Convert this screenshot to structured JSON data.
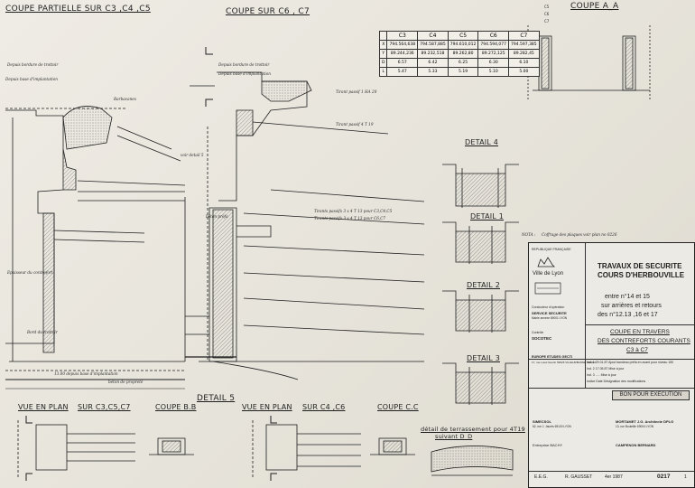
{
  "views": {
    "partial_section_title": "COUPE PARTIELLE SUR C3 ,C4 ,C5",
    "section_c6_c7_title": "COUPE SUR C6 , C7",
    "section_aa_title": "COUPE A_A",
    "detail4_title": "DETAIL 4",
    "detail1_title": "DETAIL 1",
    "detail2_title": "DETAIL 2",
    "detail3_title": "DETAIL 3",
    "detail5_title": "DETAIL 5",
    "plan_c3_title": "VUE EN PLAN",
    "plan_c3_sub": "SUR C3,C5,C7",
    "section_bb_title": "COUPE B.B",
    "plan_c4_title": "VUE EN PLAN",
    "plan_c4_sub": "SUR C4 ,C6",
    "section_cc_title": "COUPE C.C",
    "earthwork_title": "détail de terrassement pour 4T19",
    "earthwork_sub": "suivant D_D"
  },
  "section_aa_labels": [
    "C5",
    "C6",
    "C7"
  ],
  "coordinates_table": {
    "headers": [
      "",
      "C3",
      "C4",
      "C5",
      "C6",
      "C7"
    ],
    "rows": [
      [
        "X",
        "794.564,638",
        "794.587,885",
        "794.610,012",
        "794.594,077",
        "794.597,385"
      ],
      [
        "Y",
        "89.244,236",
        "89.232,518",
        "89.262,80",
        "89.272,125",
        "89.282,45"
      ],
      [
        "D",
        "6.57",
        "6.42",
        "6.25",
        "6.30",
        "6.10"
      ],
      [
        "L",
        "5.47",
        "5.33",
        "5.19",
        "5.10",
        "5.00"
      ]
    ]
  },
  "annotations": {
    "bordure": "Depuis bordure de trottoir",
    "implant": "Depuis base d'implantation",
    "tirant_top": "Tirant passif 1 HA 20",
    "tirant_mid": "Tirant passif 4 T 19",
    "tirants_c3": "Tirants passifs 3 x 4 T 13 pour C3,C4,C5",
    "tirants_c6": "Tirants passifs 3 x 4 T 13 pour C6,C7",
    "barbacane": "Barbacanes",
    "beton_prefa": "béton préfa",
    "coffrage": "Coffrage des plaques voir plan no 0226",
    "voir_detail": "voir detail 5",
    "epaisseur": "Epaisseur du contrefort",
    "bord_trottoir": "Bord du trottoir",
    "beton_propr": "béton de propreté",
    "depuis_base": "13.00 depuis base d'implantation",
    "note_label": "NOTA :"
  },
  "title_block": {
    "republic": "REPUBLIQUE FRANÇAISE",
    "city": "Ville de Lyon",
    "project_title_1": "TRAVAUX DE SECURITE",
    "project_title_2": "COURS D'HERBOUVILLE",
    "scope_1": "entre n°14 et 15",
    "scope_2": "sur arrières et retours",
    "scope_3": "des n°12.13 ,16 et 17",
    "service_head": "Conducteur d'opération",
    "service": "SERVICE SECURITE",
    "service_addr": "Mairie annexe 69001 LYON",
    "control_head": "Contrôle",
    "control": "SOCOTEC",
    "drawing_title_1": "COUPE EN TRAVERS",
    "drawing_title_2": "DES CONTREFORTS COURANTS",
    "drawing_title_3": "C3 à C7",
    "bet": "EUROPE ETUDES GECTI",
    "bet_addr": "17, rue Louis Guérin 69626 VILLEURBANNE CEDEX",
    "archi": "MORTAMET J.G. Architecte DPLG",
    "archi_addr": "13, rue Bouteille 69004 LYON",
    "geo": "SIMECSOL",
    "geo_addr": "62, rue J. Jaurès 69100 LYON",
    "company": "Entreprise BACHY",
    "company2": "CAMPENON BERNARD",
    "stamp": "BON POUR EXECUTION",
    "footer_left": "E.E.G.",
    "footer_name": "R. GAUSSET",
    "footer_date": "4er 1987",
    "drawing_no": "0217",
    "index": "1",
    "revisions": [
      "Ind. 1   29.01.87   Ajout bandeau préfa en avant pour niveau 150",
      "Ind. 2   17.05.87   Mise à jour",
      "Ind. 3   .....       Mise à jour",
      "Indice   Date       Désignation des modifications"
    ]
  },
  "colors": {
    "paper": "#ece9e2",
    "ink": "#1e1e1e",
    "hatch": "#555555"
  }
}
